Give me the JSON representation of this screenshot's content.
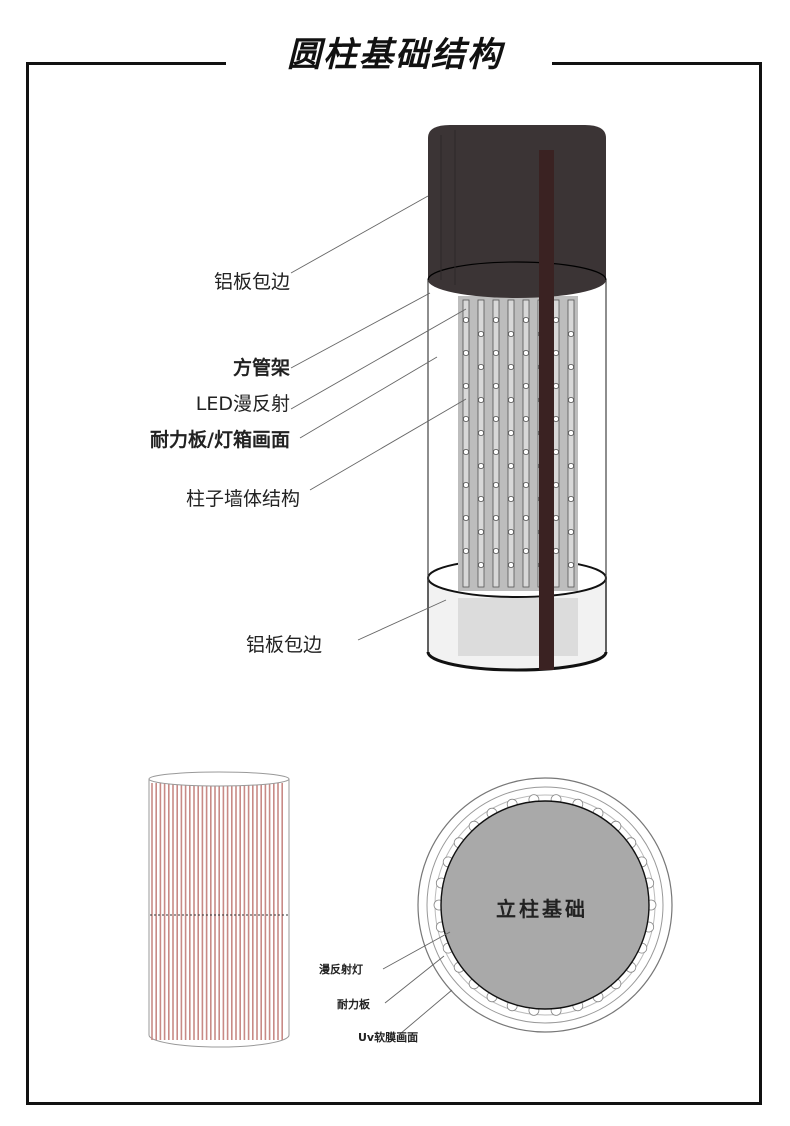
{
  "title": "圆柱基础结构",
  "labels": {
    "aluminum_edge_top": "铝板包边",
    "square_tube_frame": "方管架",
    "led_diffuse": "LED漫反射",
    "force_board": "耐力板/灯箱画面",
    "wall_structure": "柱子墙体结构",
    "aluminum_edge_bottom": "铝板包边"
  },
  "plan_view": {
    "center_label": "立柱基础",
    "diffuse_light": "漫反射灯",
    "force_board": "耐力板",
    "uv_film": "Uv软膜画面"
  },
  "colors": {
    "cap_dark": "#3b3435",
    "post_brown": "#3a2222",
    "core_grey": "#bdbdbd",
    "stripe_red": "#c88a86"
  }
}
